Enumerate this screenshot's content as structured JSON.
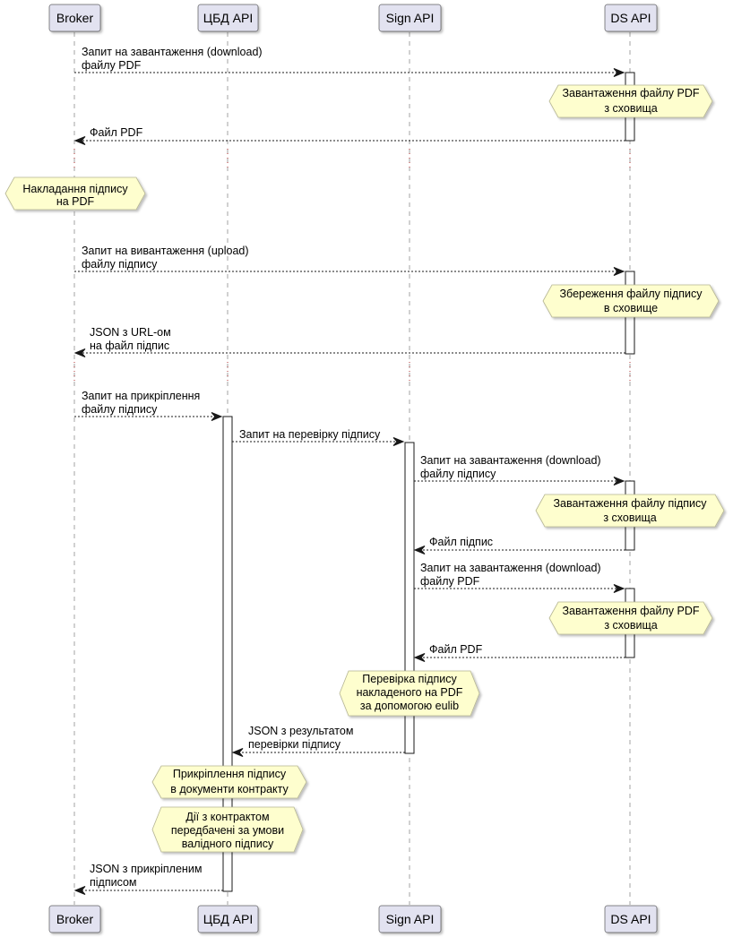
{
  "participants": [
    "Broker",
    "ЦБД API",
    "Sign API",
    "DS API"
  ],
  "messages": [
    {
      "from": 0,
      "to": 3,
      "lines": [
        "Запит на завантаження (download)",
        "файлу PDF"
      ]
    },
    {
      "from": 3,
      "to": 0,
      "lines": [
        "Файл PDF"
      ]
    },
    {
      "from": 0,
      "to": 3,
      "lines": [
        "Запит на вивантаження (upload)",
        "файлу підпису"
      ]
    },
    {
      "from": 3,
      "to": 0,
      "lines": [
        "JSON з URL-ом",
        "на файл підпис"
      ]
    },
    {
      "from": 0,
      "to": 1,
      "lines": [
        "Запит на прикріплення",
        "файлу підпису"
      ]
    },
    {
      "from": 1,
      "to": 2,
      "lines": [
        "Запит на перевірку підпису"
      ]
    },
    {
      "from": 2,
      "to": 3,
      "lines": [
        "Запит на завантаження (download)",
        "файлу підпису"
      ]
    },
    {
      "from": 3,
      "to": 2,
      "lines": [
        "Файл підпис"
      ]
    },
    {
      "from": 2,
      "to": 3,
      "lines": [
        "Запит на завантаження (download)",
        "файлу PDF"
      ]
    },
    {
      "from": 3,
      "to": 2,
      "lines": [
        "Файл PDF"
      ]
    },
    {
      "from": 2,
      "to": 1,
      "lines": [
        "JSON з результатом",
        "перевірки підпису"
      ]
    },
    {
      "from": 1,
      "to": 0,
      "lines": [
        "JSON з прикріпленим",
        "підписом"
      ]
    }
  ],
  "notes": [
    {
      "on": 3,
      "lines": [
        "Завантаження файлу PDF",
        "з сховища"
      ]
    },
    {
      "on": 0,
      "lines": [
        "Накладання підпису",
        "на PDF"
      ]
    },
    {
      "on": 3,
      "lines": [
        "Збереження файлу підпису",
        "в сховище"
      ]
    },
    {
      "on": 3,
      "lines": [
        "Завантаження файлу підпису",
        "з сховища"
      ]
    },
    {
      "on": 3,
      "lines": [
        "Завантаження файлу PDF",
        "з сховища"
      ]
    },
    {
      "on": 2,
      "lines": [
        "Перевірка підпису",
        "накладеного на PDF",
        "за допомогою eulib"
      ]
    },
    {
      "on": 1,
      "lines": [
        "Прикріплення підпису",
        "в документи контракту"
      ]
    },
    {
      "on": 1,
      "lines": [
        "Дії з контрактом",
        "передбачені за умови",
        "валідного підпису"
      ]
    }
  ]
}
